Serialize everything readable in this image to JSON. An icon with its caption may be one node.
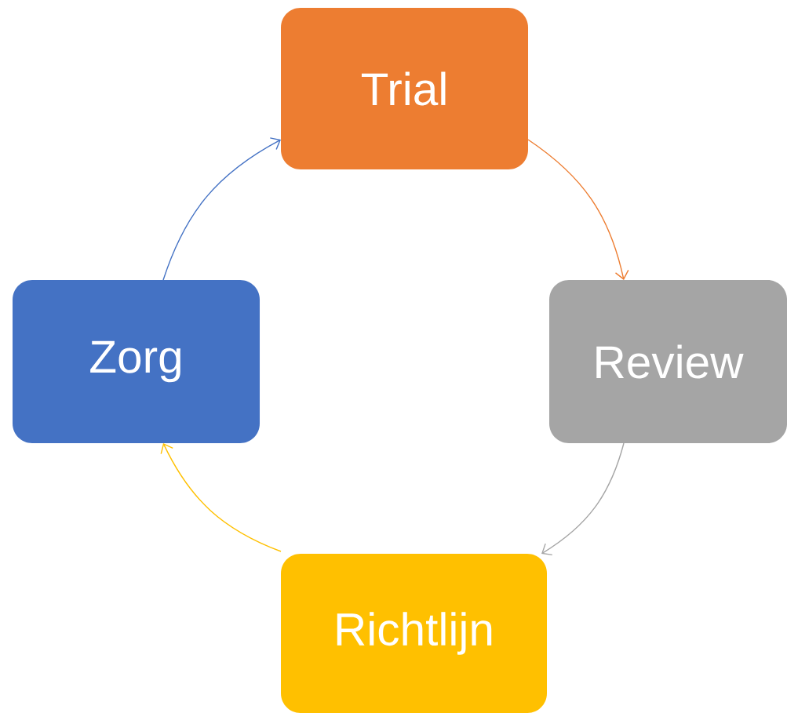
{
  "diagram": {
    "nodes": [
      {
        "text": [
          "Trial"
        ]
      },
      {
        "text": [
          "Review"
        ]
      },
      {
        "text": [
          "Richtlijn"
        ]
      },
      {
        "text": [
          "Zorg"
        ]
      }
    ],
    "edges": [
      {
        "from": 0,
        "to": 1,
        "arrow": "to",
        "color": "#ed7d31"
      },
      {
        "from": 1,
        "to": 2,
        "arrow": "to",
        "color": "#a5a5a5"
      },
      {
        "from": 2,
        "to": 3,
        "arrow": "to",
        "color": "#ffc000"
      },
      {
        "from": 3,
        "to": 0,
        "arrow": "to",
        "color": "#4472c4"
      }
    ]
  }
}
